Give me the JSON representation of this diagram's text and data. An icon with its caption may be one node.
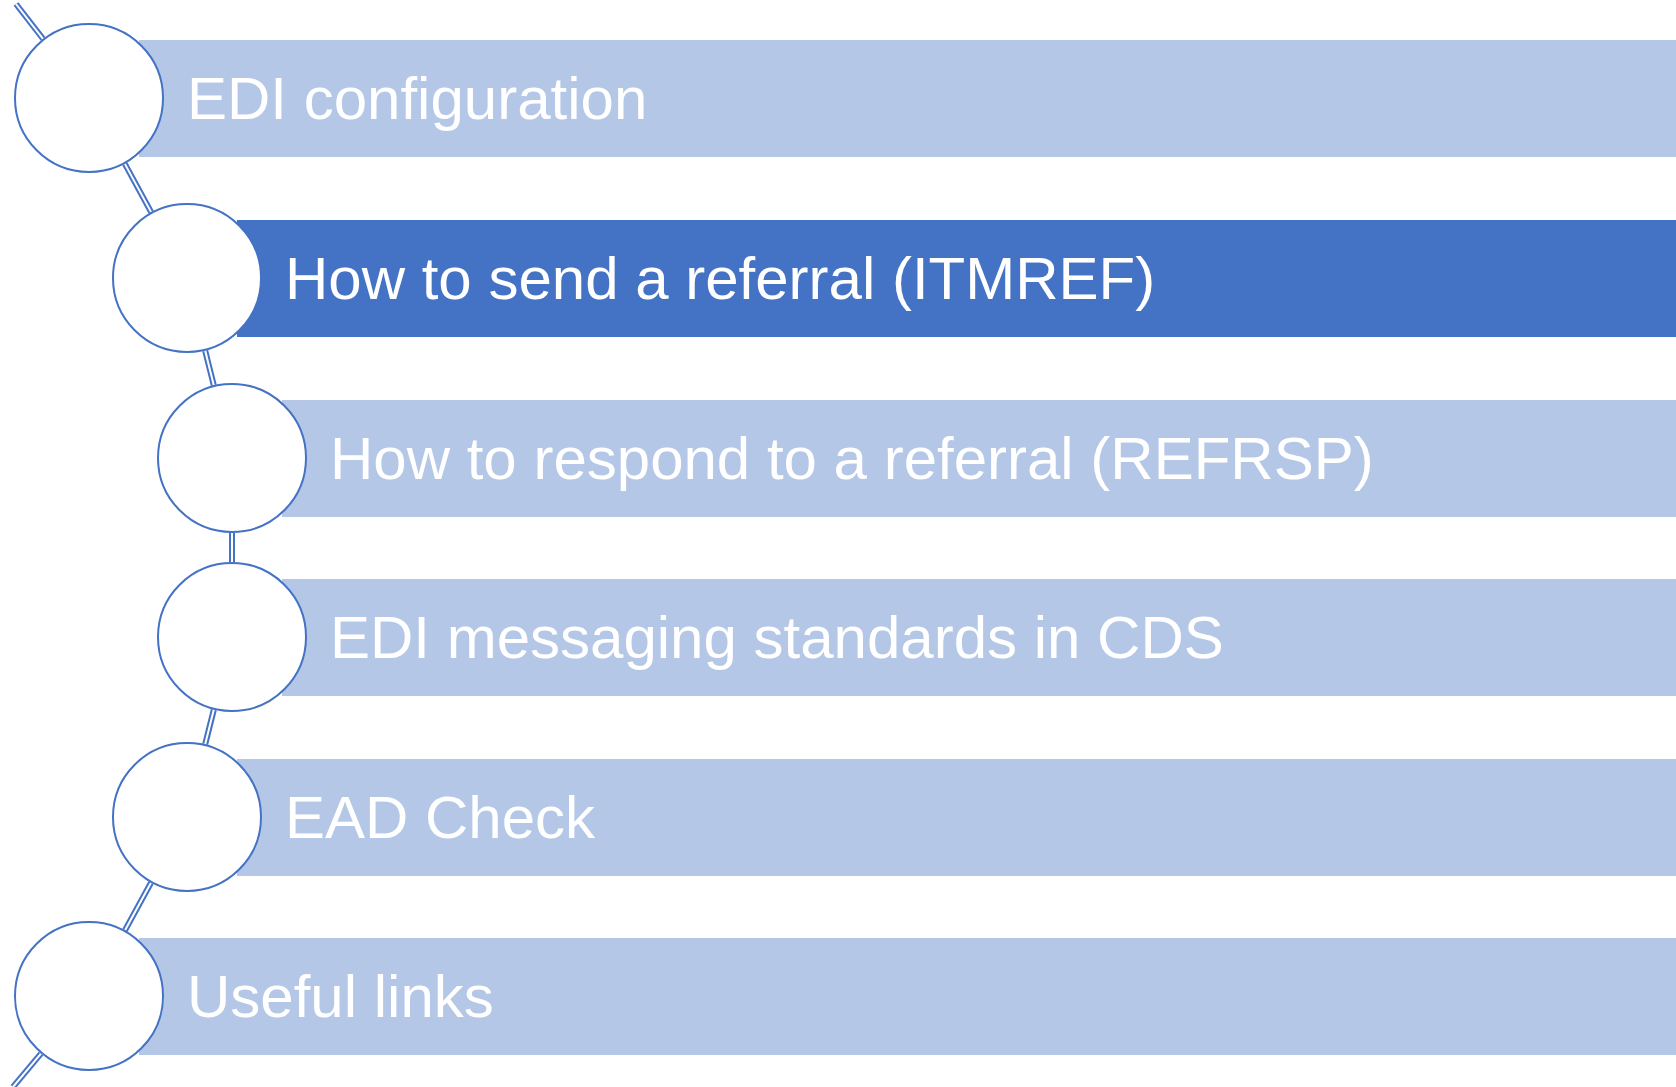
{
  "diagram": {
    "nodes": [
      {
        "text": [],
        "shape": "circle"
      },
      {
        "text": [
          "EDI configuration"
        ]
      },
      {
        "text": [],
        "shape": "circle"
      },
      {
        "text": [
          "How to send a referral (ITMREF)"
        ]
      },
      {
        "text": [],
        "shape": "circle"
      },
      {
        "text": [
          "How to respond to a referral (REFRSP)"
        ]
      },
      {
        "text": [],
        "shape": "circle"
      },
      {
        "text": [
          "EDI messaging standards in CDS"
        ]
      },
      {
        "text": [],
        "shape": "circle"
      },
      {
        "text": [
          "EAD Check"
        ]
      },
      {
        "text": [],
        "shape": "circle"
      },
      {
        "text": [
          "Useful links"
        ]
      }
    ],
    "edges": [
      {
        "from": null,
        "to": 0,
        "arrow": "none"
      },
      {
        "from": 0,
        "to": 2,
        "arrow": "none"
      },
      {
        "from": 2,
        "to": 4,
        "arrow": "none"
      },
      {
        "from": 4,
        "to": 6,
        "arrow": "none"
      },
      {
        "from": 6,
        "to": 8,
        "arrow": "none"
      },
      {
        "from": 8,
        "to": 10,
        "arrow": "none"
      },
      {
        "from": 10,
        "to": null,
        "arrow": "none"
      }
    ]
  }
}
